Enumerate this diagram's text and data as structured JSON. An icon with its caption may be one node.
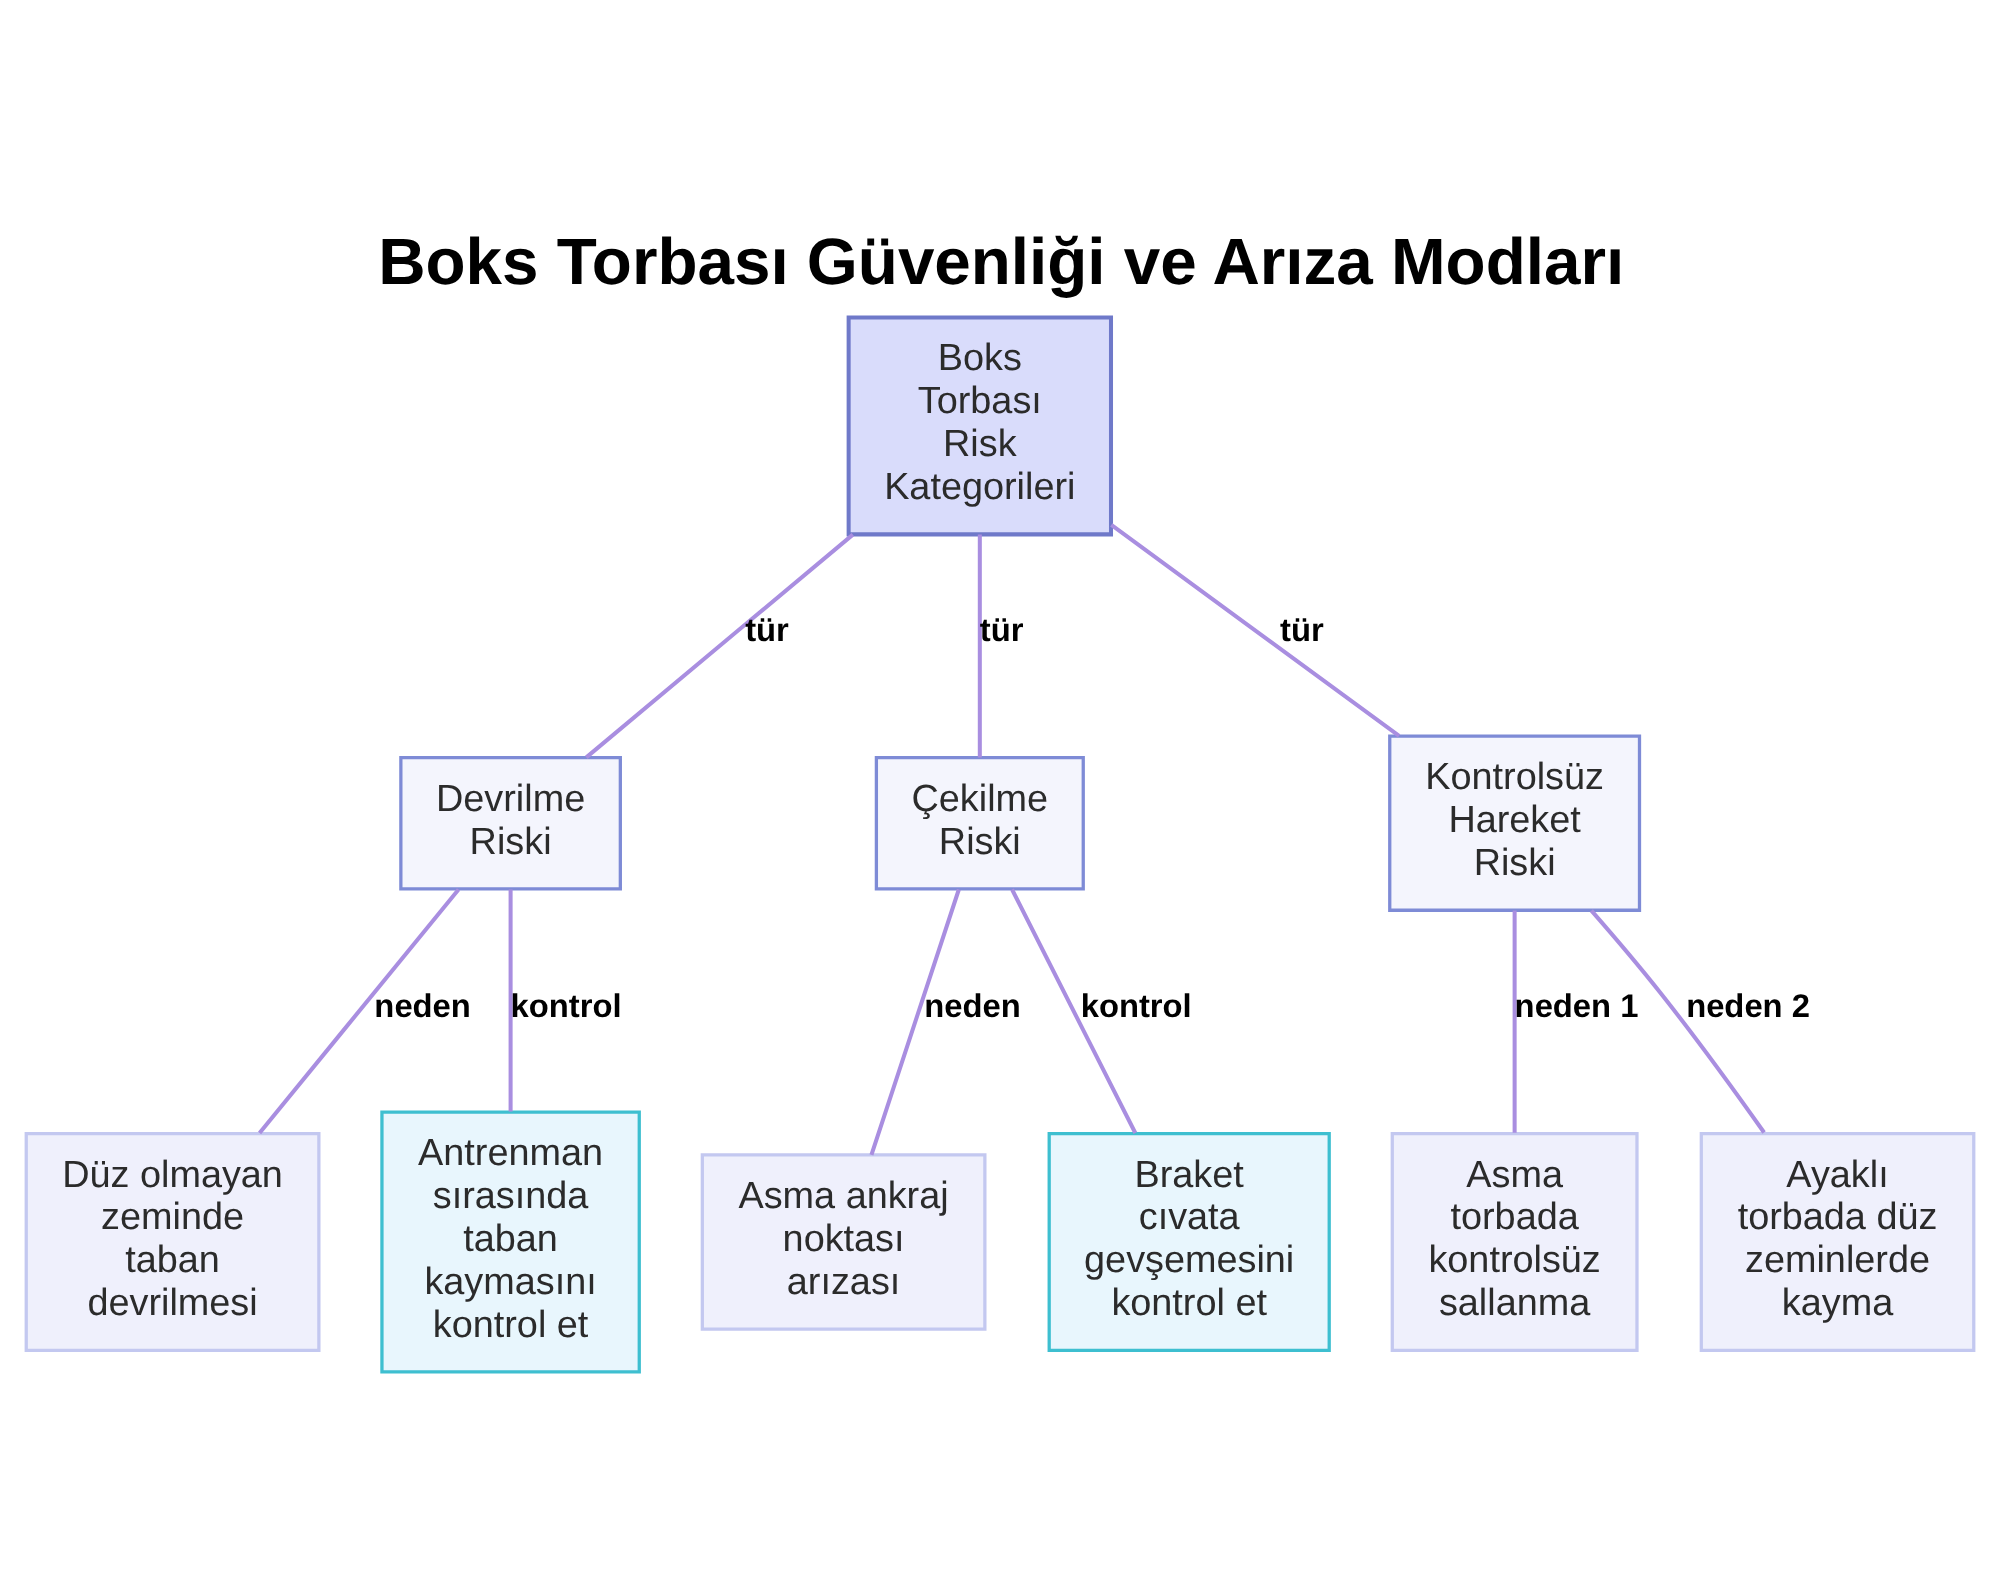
{
  "diagram": {
    "title": "Boks Torbası Güvenliği ve Arıza Modları",
    "nodes": [
      {
        "text": [
          "Boks Torbası Risk Kategorileri"
        ]
      },
      {
        "text": [
          "Devrilme Riski"
        ]
      },
      {
        "text": [
          "Çekilme Riski"
        ]
      },
      {
        "text": [
          "Kontrolsüz Hareket Riski"
        ]
      },
      {
        "text": [
          "Düz olmayan zeminde taban devrilmesi"
        ]
      },
      {
        "text": [
          "Antrenman sırasında taban kaymasını kontrol et"
        ]
      },
      {
        "text": [
          "Asma ankraj noktası arızası"
        ]
      },
      {
        "text": [
          "Braket cıvata gevşemesini kontrol et"
        ]
      },
      {
        "text": [
          "Asma torbada kontrolsüz sallanma"
        ]
      },
      {
        "text": [
          "Ayaklı torbada düz zeminlerde kayma"
        ]
      }
    ],
    "edges": [
      {
        "from": 0,
        "to": 1,
        "arrow": "none",
        "label": "tür"
      },
      {
        "from": 0,
        "to": 2,
        "arrow": "none",
        "label": "tür"
      },
      {
        "from": 0,
        "to": 3,
        "arrow": "none",
        "label": "tür"
      },
      {
        "from": 1,
        "to": 4,
        "arrow": "none",
        "label": "neden"
      },
      {
        "from": 1,
        "to": 5,
        "arrow": "none",
        "label": "kontrol"
      },
      {
        "from": 2,
        "to": 6,
        "arrow": "none",
        "label": "neden"
      },
      {
        "from": 2,
        "to": 7,
        "arrow": "none",
        "label": "kontrol"
      },
      {
        "from": 3,
        "to": 8,
        "arrow": "none",
        "label": "neden 1"
      },
      {
        "from": 3,
        "to": 9,
        "arrow": "none",
        "label": "neden 2"
      }
    ]
  }
}
